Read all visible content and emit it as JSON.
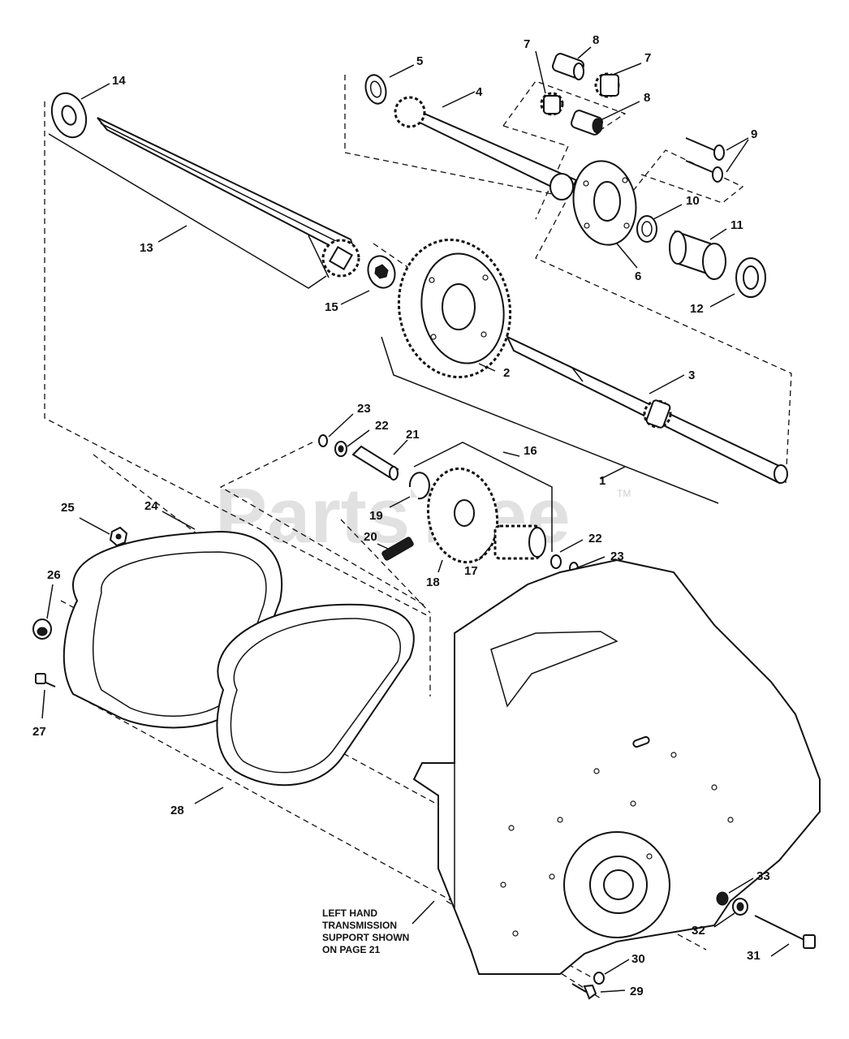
{
  "watermark": {
    "text": "PartsTree",
    "tm": "TM"
  },
  "note": {
    "lines": [
      "LEFT HAND",
      "TRANSMISSION",
      "SUPPORT SHOWN",
      "ON PAGE 21"
    ]
  },
  "callouts": [
    {
      "id": "c1",
      "label": "1"
    },
    {
      "id": "c2",
      "label": "2"
    },
    {
      "id": "c3",
      "label": "3"
    },
    {
      "id": "c4",
      "label": "4"
    },
    {
      "id": "c5",
      "label": "5"
    },
    {
      "id": "c6",
      "label": "6"
    },
    {
      "id": "c7a",
      "label": "7"
    },
    {
      "id": "c7b",
      "label": "7"
    },
    {
      "id": "c8a",
      "label": "8"
    },
    {
      "id": "c8b",
      "label": "8"
    },
    {
      "id": "c9",
      "label": "9"
    },
    {
      "id": "c10",
      "label": "10"
    },
    {
      "id": "c11",
      "label": "11"
    },
    {
      "id": "c12",
      "label": "12"
    },
    {
      "id": "c13",
      "label": "13"
    },
    {
      "id": "c14",
      "label": "14"
    },
    {
      "id": "c15",
      "label": "15"
    },
    {
      "id": "c16",
      "label": "16"
    },
    {
      "id": "c17",
      "label": "17"
    },
    {
      "id": "c18",
      "label": "18"
    },
    {
      "id": "c19",
      "label": "19"
    },
    {
      "id": "c20",
      "label": "20"
    },
    {
      "id": "c21",
      "label": "21"
    },
    {
      "id": "c22a",
      "label": "22"
    },
    {
      "id": "c22b",
      "label": "22"
    },
    {
      "id": "c23a",
      "label": "23"
    },
    {
      "id": "c23b",
      "label": "23"
    },
    {
      "id": "c24",
      "label": "24"
    },
    {
      "id": "c25",
      "label": "25"
    },
    {
      "id": "c26",
      "label": "26"
    },
    {
      "id": "c27",
      "label": "27"
    },
    {
      "id": "c28",
      "label": "28"
    },
    {
      "id": "c29",
      "label": "29"
    },
    {
      "id": "c30",
      "label": "30"
    },
    {
      "id": "c31",
      "label": "31"
    },
    {
      "id": "c32",
      "label": "32"
    },
    {
      "id": "c33",
      "label": "33"
    }
  ]
}
